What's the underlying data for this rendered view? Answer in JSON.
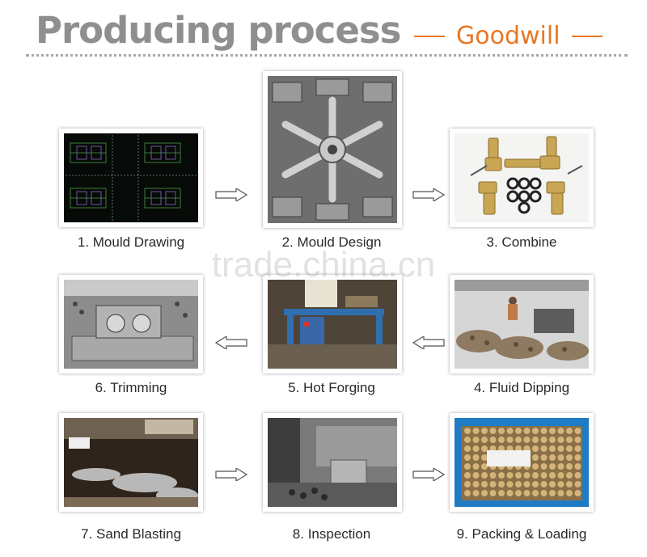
{
  "header": {
    "title": "Producing process",
    "brand": "Goodwill"
  },
  "watermark": "trade.china.cn",
  "steps": [
    {
      "label": "1. Mould Drawing"
    },
    {
      "label": "2. Mould Design"
    },
    {
      "label": "3. Combine"
    },
    {
      "label": "4. Fluid Dipping"
    },
    {
      "label": "5. Hot Forging"
    },
    {
      "label": "6. Trimming"
    },
    {
      "label": "7. Sand Blasting"
    },
    {
      "label": "8. Inspection"
    },
    {
      "label": "9. Packing & Loading"
    }
  ],
  "colors": {
    "title": "#8f8f8f",
    "brand": "#e87722",
    "divider": "#a7a7a7",
    "caption": "#2a2a2a"
  }
}
